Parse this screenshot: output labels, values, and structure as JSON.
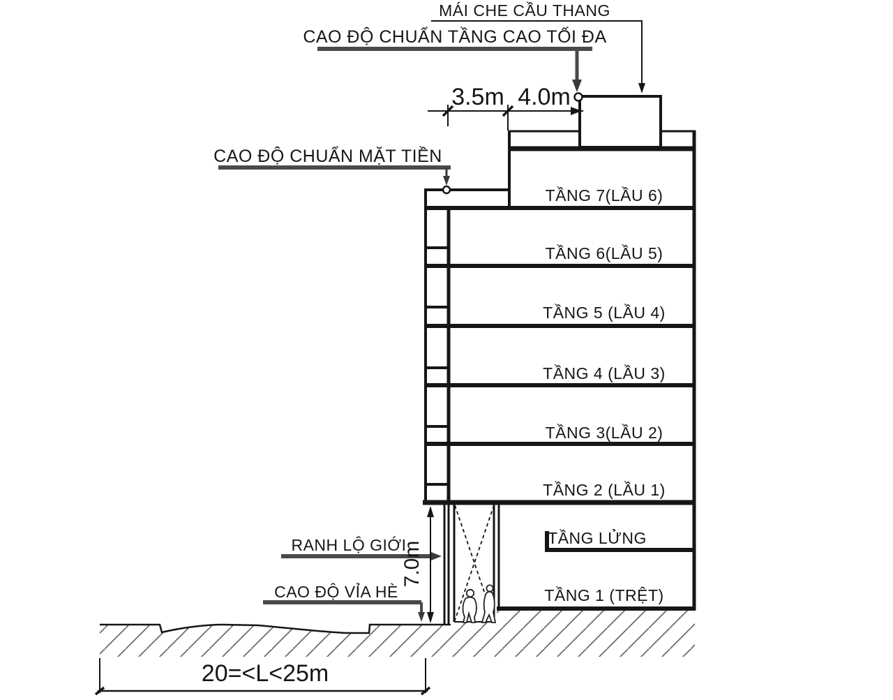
{
  "annotations": {
    "stair_roof_cover": "MÁI CHE CẦU THANG",
    "max_height_datum": "CAO ĐỘ CHUẨN TẦNG CAO TỐI ĐA",
    "facade_datum": "CAO ĐỘ CHUẨN MẶT TIỀN",
    "road_boundary_line": "RANH LỘ GIỚI",
    "sidewalk_level": "CAO ĐỘ VỈA HÈ"
  },
  "dimensions": {
    "top_floor_setback": "3.5m",
    "stair_roof_setback": "4.0m",
    "facade_height": "7.0m",
    "lot_frontage": "20=<L<25m"
  },
  "floors": [
    {
      "label": "TẦNG 7(LẦU 6)"
    },
    {
      "label": "TẦNG 6(LẦU 5)"
    },
    {
      "label": "TẦNG 5 (LẦU 4)"
    },
    {
      "label": "TẦNG 4 (LẦU 3)"
    },
    {
      "label": "TẦNG 3(LẦU 2)"
    },
    {
      "label": "TẦNG 2 (LẦU 1)"
    },
    {
      "label": "TẦNG LỬNG"
    },
    {
      "label": "TẦNG 1 (TRỆT)"
    }
  ],
  "colors": {
    "line": "#161616",
    "leader": "#4a4a4a",
    "hatch": "#6a6a6a",
    "background": "#ffffff"
  }
}
